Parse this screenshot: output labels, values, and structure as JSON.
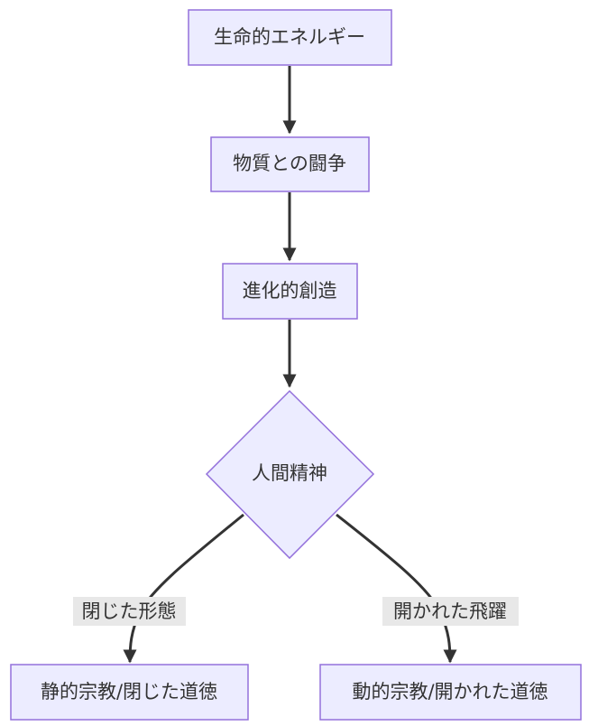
{
  "nodes": {
    "vital_energy": "生命的エネルギー",
    "struggle": "物質との闘争",
    "creative_evolution": "進化的創造",
    "human_spirit": "人間精神",
    "static_religion": "静的宗教/閉じた道徳",
    "dynamic_religion": "動的宗教/開かれた道徳"
  },
  "edges": {
    "closed_label": "閉じた形態",
    "open_label": "開かれた飛躍"
  },
  "colors": {
    "node_fill": "#ECECFF",
    "node_stroke": "#9370DB",
    "edge": "#333333",
    "label_bg": "#E8E8E8"
  }
}
